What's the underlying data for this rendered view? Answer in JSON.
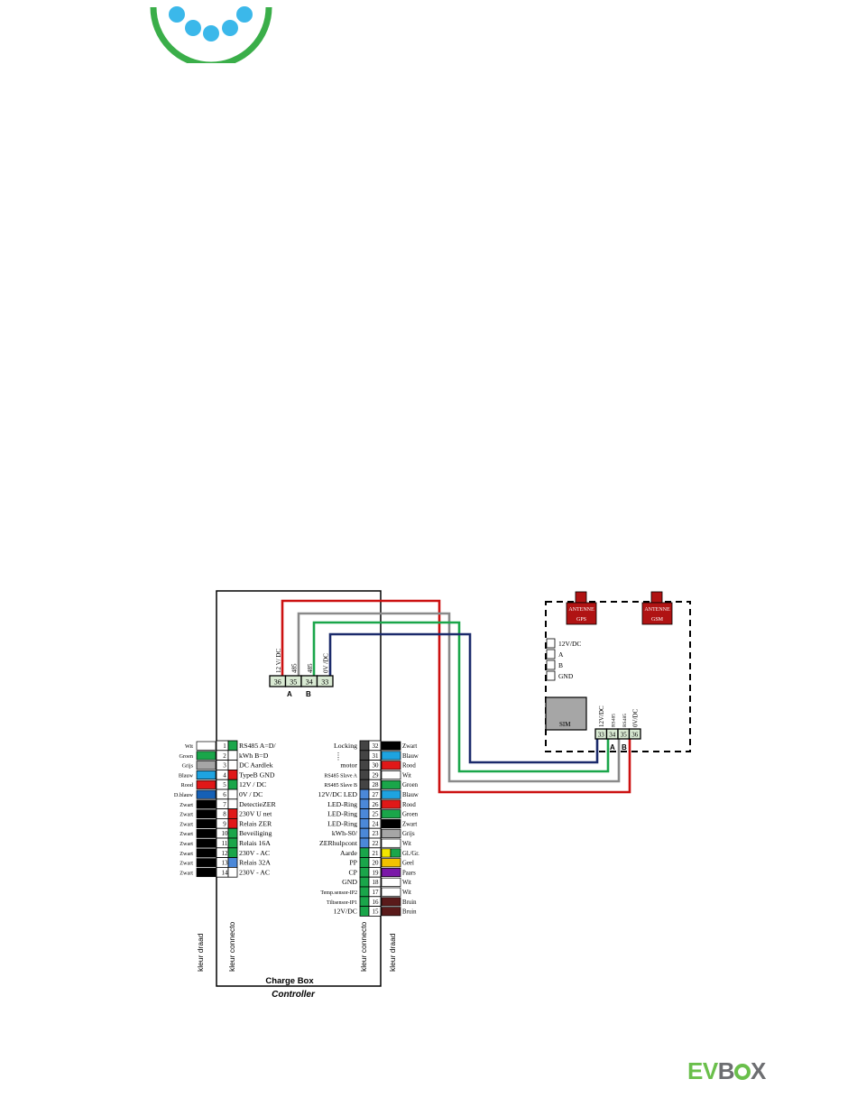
{
  "brand": {
    "logo_part1": "EV",
    "logo_part2": "B",
    "logo_part3": "X",
    "top_logo": "blue-dots-green-arc-logo"
  },
  "colors": {
    "red": "#cc1111",
    "grey": "#8a8a8a",
    "green": "#1aa64a",
    "navy": "#1b2a6b",
    "dark_red_box": "#b01313",
    "sim_grey": "#a6a6a6",
    "pin_fill": "#d9ead3"
  },
  "controller": {
    "title": "Charge Box",
    "subtitle": "Controller",
    "top_connector": {
      "pins": [
        "36",
        "35",
        "34",
        "33"
      ],
      "col_labels": [
        "12 V/ DC",
        "485",
        "485",
        "0V /DC"
      ],
      "ab_labels": [
        "A",
        "B"
      ]
    },
    "left_headers": [
      "kleur draad",
      "kleur connecto"
    ],
    "right_headers": [
      "kleur connecto",
      "kleur draad"
    ],
    "left_rows": [
      {
        "color": "Wit",
        "pin": "1",
        "func": "RS485 A=D/"
      },
      {
        "color": "Groen",
        "pin": "2",
        "func": "kWh   B=D"
      },
      {
        "color": "Grijs",
        "pin": "3",
        "func": "DC Aardlek"
      },
      {
        "color": "Blauw",
        "pin": "4",
        "func": "TypeB GND"
      },
      {
        "color": "Rood",
        "pin": "5",
        "func": "12V / DC"
      },
      {
        "color": "D.blauw",
        "pin": "6",
        "func": " 0V / DC"
      },
      {
        "color": "Zwart",
        "pin": "7",
        "func": "DetectieZER"
      },
      {
        "color": "Zwart",
        "pin": "8",
        "func": "230V U net"
      },
      {
        "color": "Zwart",
        "pin": "9",
        "func": "Relais ZER"
      },
      {
        "color": "Zwart",
        "pin": "10",
        "func": "Beveiliging"
      },
      {
        "color": "Zwart",
        "pin": "11",
        "func": "Relais 16A"
      },
      {
        "color": "Zwart",
        "pin": "12",
        "func": "230V - AC"
      },
      {
        "color": "Zwart",
        "pin": "13",
        "func": "Relais 32A"
      },
      {
        "color": "Zwart",
        "pin": "14",
        "func": "230V - AC"
      }
    ],
    "right_rows": [
      {
        "func": "Locking",
        "pin": "32",
        "color": "Zwart"
      },
      {
        "func": "",
        "pin": "31",
        "color": "Blauw"
      },
      {
        "func": "motor",
        "pin": "30",
        "color": "Rood"
      },
      {
        "func": "RS485 Slave A",
        "pin": "29",
        "color": "Wit"
      },
      {
        "func": "RS485 Slave B",
        "pin": "28",
        "color": "Groen"
      },
      {
        "func": "12V/DC LED",
        "pin": "27",
        "color": "Blauw"
      },
      {
        "func": "LED-Ring",
        "pin": "26",
        "color": "Rood"
      },
      {
        "func": "LED-Ring",
        "pin": "25",
        "color": "Groen"
      },
      {
        "func": "LED-Ring",
        "pin": "24",
        "color": "Zwart"
      },
      {
        "func": "kWh-S0/",
        "pin": "23",
        "color": "Grijs"
      },
      {
        "func": "ZERhulpcont",
        "pin": "22",
        "color": "Wit"
      },
      {
        "func": "Aarde",
        "pin": "21",
        "color": "Gl./Gr."
      },
      {
        "func": "PP",
        "pin": "20",
        "color": "Geel"
      },
      {
        "func": "CP",
        "pin": "19",
        "color": "Paars"
      },
      {
        "func": "GND",
        "pin": "18",
        "color": "Wit"
      },
      {
        "func": "Temp.sensor-IP2",
        "pin": "17",
        "color": "Wit"
      },
      {
        "func": "Tiltsensor-IP1",
        "pin": "16",
        "color": "Bruin"
      },
      {
        "func": "12V/DC",
        "pin": "15",
        "color": "Bruin"
      }
    ]
  },
  "modem": {
    "antenna_gps": [
      "ANTENNE",
      "GPS"
    ],
    "antenna_gsm": [
      "ANTENNE",
      "GSM"
    ],
    "terminals": [
      "12V/DC",
      "A",
      "B",
      "GND"
    ],
    "sim_label": "SIM",
    "connector": {
      "pins": [
        "33",
        "34",
        "35",
        "36"
      ],
      "col_labels": [
        "12V/DC",
        "RS485",
        "RS485",
        "0V/DC"
      ],
      "ab_labels": [
        "A",
        "B"
      ]
    }
  }
}
